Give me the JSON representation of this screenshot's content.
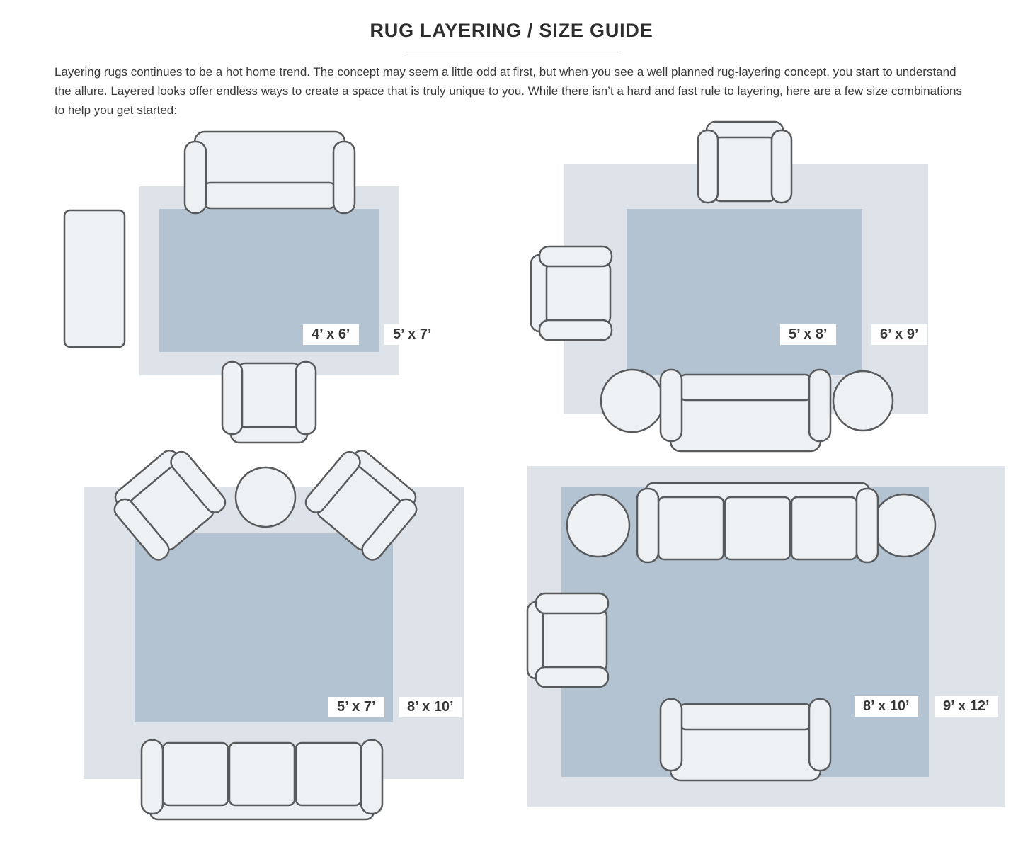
{
  "header": {
    "title": "RUG LAYERING / SIZE GUIDE",
    "intro": "Layering rugs continues to be a hot home trend. The concept may seem a little odd at first, but when you see a well planned rug-layering concept, you start to understand the allure. Layered looks offer endless ways to create a space that is truly unique to you. While there isn’t a hard and fast rule to layering, here are a few size combinations to help you get started:"
  },
  "layouts": [
    {
      "name": "top-left",
      "inner_rug_label": "4’ x 6’",
      "outer_rug_label": "5’ x 7’"
    },
    {
      "name": "top-right",
      "inner_rug_label": "5’ x 8’",
      "outer_rug_label": "6’ x 9’"
    },
    {
      "name": "bottom-left",
      "inner_rug_label": "5’ x 7’",
      "outer_rug_label": "8’ x 10’"
    },
    {
      "name": "bottom-right",
      "inner_rug_label": "8’ x 10’",
      "outer_rug_label": "9’ x 12’"
    }
  ],
  "colors": {
    "outer_rug": "#dde3e9",
    "inner_rug": "#b3c3d1",
    "furniture_fill": "#eef1f4",
    "furniture_stroke": "#595a5c",
    "title_text": "#2d2d2d",
    "body_text": "#3a3a3a",
    "label_text": "#383838"
  }
}
